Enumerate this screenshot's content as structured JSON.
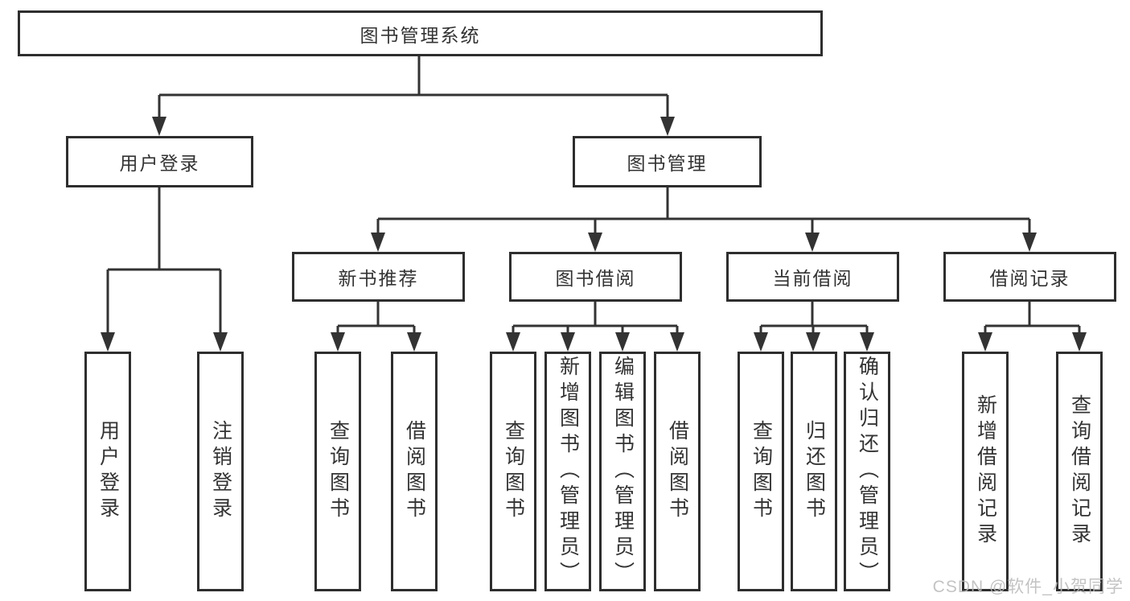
{
  "diagram": {
    "root": {
      "label": "图书管理系统"
    },
    "branches": [
      {
        "label": "用户登录",
        "children": [
          {
            "label": "用户登录"
          },
          {
            "label": "注销登录"
          }
        ]
      },
      {
        "label": "图书管理",
        "children": [
          {
            "label": "新书推荐",
            "children": [
              {
                "label": "查询图书"
              },
              {
                "label": "借阅图书"
              }
            ]
          },
          {
            "label": "图书借阅",
            "children": [
              {
                "label": "查询图书"
              },
              {
                "label": "新增图书（管理员）"
              },
              {
                "label": "编辑图书（管理员）"
              },
              {
                "label": "借阅图书"
              }
            ]
          },
          {
            "label": "当前借阅",
            "children": [
              {
                "label": "查询图书"
              },
              {
                "label": "归还图书"
              },
              {
                "label": "确认归还（管理员）"
              }
            ]
          },
          {
            "label": "借阅记录",
            "children": [
              {
                "label": "新增借阅记录"
              },
              {
                "label": "查询借阅记录"
              }
            ]
          }
        ]
      }
    ]
  },
  "watermark": {
    "text": "CSDN @软件_小贺同学"
  },
  "colors": {
    "line": "#333333",
    "box_border": "#2e2e2e",
    "text": "#333333",
    "background": "#ffffff",
    "watermark": "#b9b9b9"
  }
}
